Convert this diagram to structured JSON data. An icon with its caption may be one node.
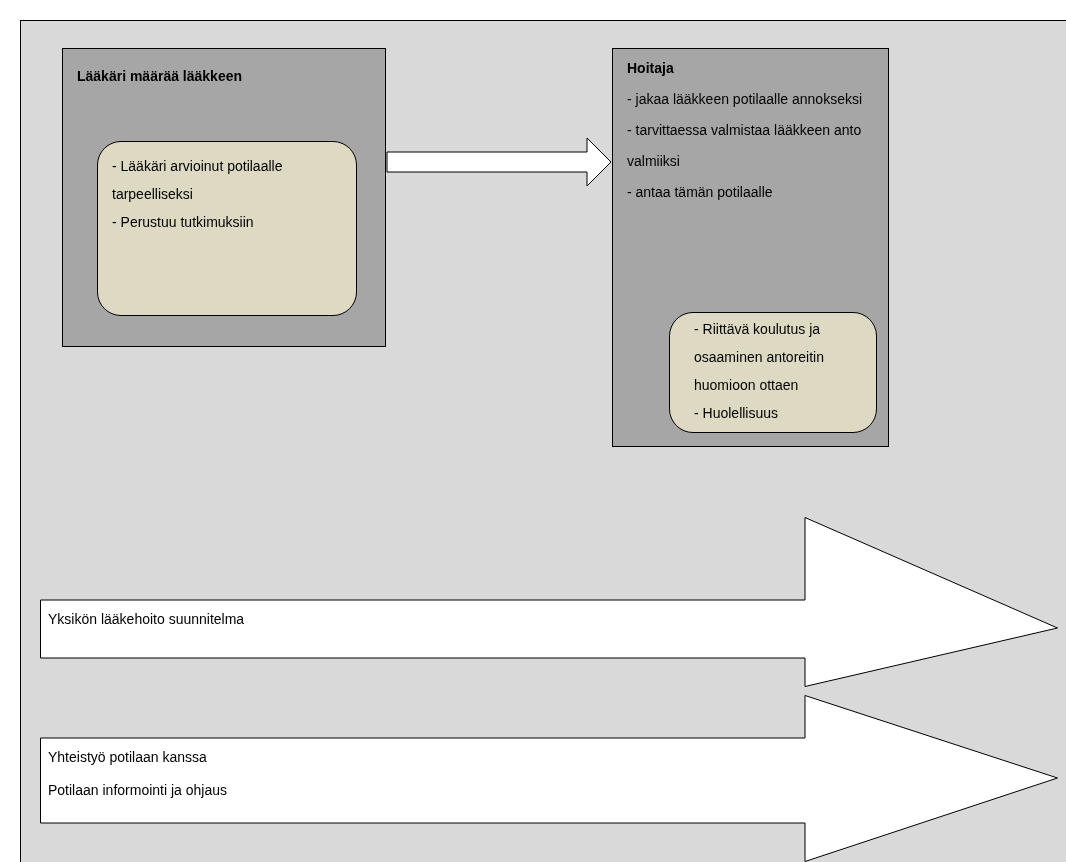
{
  "diagram": {
    "nodes": [
      {
        "text": [
          "Lääkäri määrää lääkkeen"
        ]
      },
      {
        "text": [
          "- Lääkäri arvioinut potilaalle tarpeelliseksi",
          "- Perustuu tutkimuksiin"
        ],
        "in": 0
      },
      {
        "text": [
          "Hoitaja",
          "- jakaa lääkkeen potilaalle annokseksi",
          "- tarvittaessa valmistaa lääkkeen anto valmiiksi",
          "- antaa tämän potilaalle"
        ]
      },
      {
        "text": [
          "- Riittävä koulutus ja osaaminen antoreitin huomioon ottaen",
          "- Huolellisuus"
        ],
        "in": 2
      },
      {
        "text": [
          "Yksikön lääkehoito suunnitelma"
        ]
      },
      {
        "text": [
          "Yhteistyö potilaan kanssa",
          "Potilaan informointi ja ohjaus"
        ]
      }
    ],
    "edges": [
      {
        "from": 0,
        "to": 2,
        "arrow": "to"
      }
    ]
  }
}
